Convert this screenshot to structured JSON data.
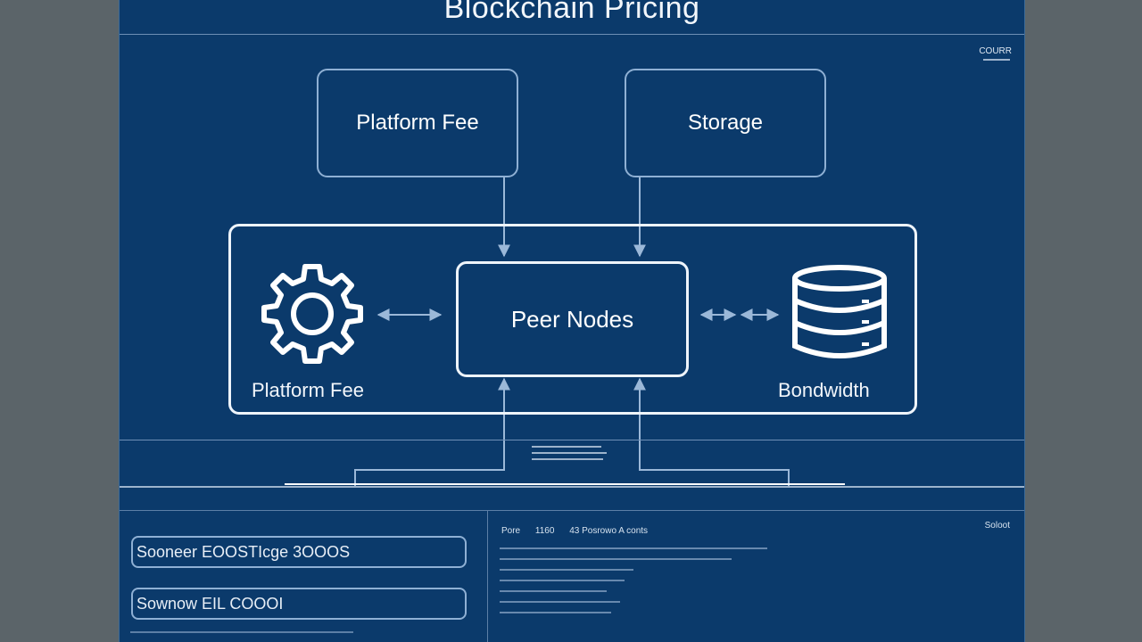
{
  "diagram": {
    "title": "Blockchain Pricing",
    "corner_label": "COURR",
    "nodes": {
      "top_left": "Platform Fee",
      "top_right": "Storage",
      "center": "Peer Nodes",
      "left_caption": "Platform Fee",
      "right_caption": "Bondwidth"
    },
    "icons": {
      "left": "gear-icon",
      "right": "database-icon"
    }
  },
  "bottom": {
    "fields": [
      {
        "value": "Sooneer EOOSTIcge 3OOOS"
      },
      {
        "value": "Sownow EIL COOOI"
      }
    ],
    "right_panel": {
      "header": [
        "Pore",
        "1160",
        "43 Posrowo A conts"
      ],
      "select_label": "Soloot"
    }
  },
  "colors": {
    "background": "#0b3a6b",
    "outer": "#5b6469",
    "line": "#8fb0d4",
    "text": "#ffffff"
  }
}
